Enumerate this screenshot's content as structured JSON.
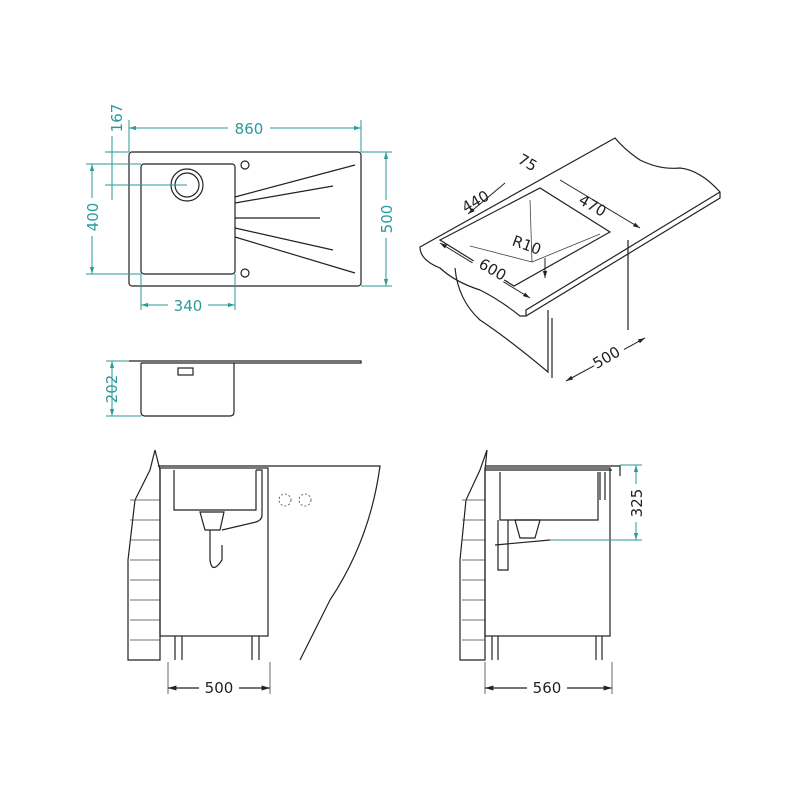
{
  "top_view": {
    "width": "860",
    "bowl_offset": "167",
    "bowl_depth": "400",
    "depth": "500",
    "bowl_width": "340"
  },
  "side_view": {
    "height": "202"
  },
  "iso_view": {
    "rim": "75",
    "cutout_width": "440",
    "cutout_length": "470",
    "radius": "R10",
    "worktop_depth": "600",
    "cabinet_depth": "500"
  },
  "front_view": {
    "cabinet_width": "500"
  },
  "section_view": {
    "cabinet_width": "560",
    "drain_height": "325"
  },
  "colors": {
    "dimension": "#2a9a9a",
    "line": "#222222"
  }
}
